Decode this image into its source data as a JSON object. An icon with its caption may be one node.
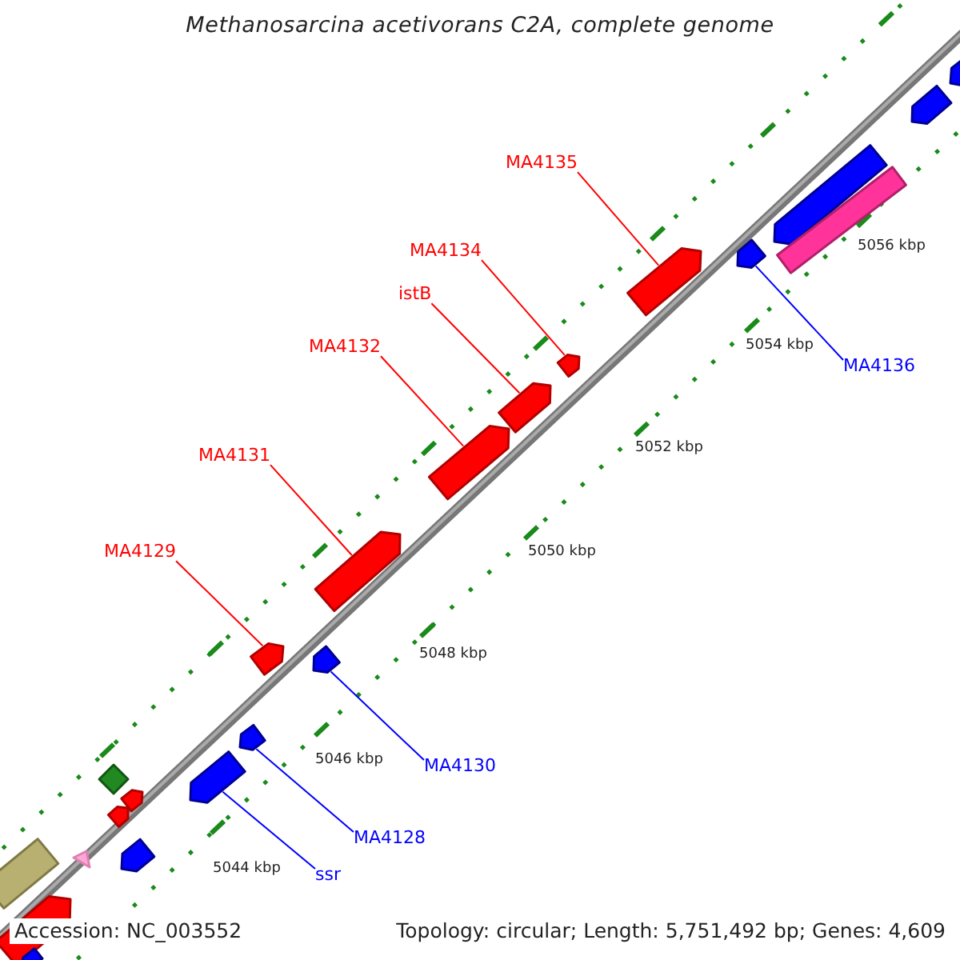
{
  "diagram": {
    "title": "Methanosarcina acetivorans C2A, complete genome",
    "nodes": [
      {
        "text": [
          "MA4135"
        ]
      },
      {
        "text": [
          "MA4134"
        ]
      },
      {
        "text": [
          "istB"
        ]
      },
      {
        "text": [
          "MA4132"
        ]
      },
      {
        "text": [
          "MA4136"
        ]
      },
      {
        "text": [
          "MA4131"
        ]
      },
      {
        "text": [
          "MA4129"
        ]
      },
      {
        "text": [
          "MA4130"
        ]
      },
      {
        "text": [
          "MA4128"
        ]
      },
      {
        "text": [
          "ssr"
        ]
      },
      {
        "text": [],
        "shape": "bar"
      },
      {
        "text": [],
        "shape": "bar"
      },
      {
        "text": [],
        "shape": "bar"
      },
      {
        "text": [],
        "shape": "bar"
      },
      {
        "text": [],
        "shape": "bar"
      },
      {
        "text": [],
        "shape": "bar"
      },
      {
        "text": [],
        "shape": "bar"
      },
      {
        "text": [],
        "shape": "bar"
      },
      {
        "text": [],
        "shape": "bar"
      },
      {
        "text": [],
        "shape": "bar"
      },
      {
        "text": [],
        "shape": "bar"
      },
      {
        "text": [],
        "shape": "bar"
      },
      {
        "text": [],
        "shape": "bar"
      },
      {
        "text": [],
        "shape": "diamond"
      },
      {
        "text": [],
        "shape": "bar"
      },
      {
        "text": [],
        "shape": "bar"
      },
      {
        "text": [],
        "shape": "bar"
      },
      {
        "text": [],
        "shape": "bar"
      },
      {
        "text": [],
        "shape": "triangle"
      },
      {
        "text": [],
        "shape": "bar"
      },
      {
        "text": [],
        "shape": "bar"
      },
      {
        "text": [],
        "shape": "bar"
      }
    ],
    "edges": [
      {
        "from": 0,
        "to": 15,
        "arrow": "none"
      },
      {
        "from": 1,
        "to": 16,
        "arrow": "none"
      },
      {
        "from": 2,
        "to": 17,
        "arrow": "none"
      },
      {
        "from": 3,
        "to": 18,
        "arrow": "none"
      },
      {
        "from": 4,
        "to": 14,
        "arrow": "none",
        "color": "#0000ff"
      },
      {
        "from": 5,
        "to": 19,
        "arrow": "none"
      },
      {
        "from": 6,
        "to": 20,
        "arrow": "none"
      },
      {
        "from": 7,
        "to": 21,
        "arrow": "none",
        "color": "#0000ff"
      },
      {
        "from": 8,
        "to": 22,
        "arrow": "none",
        "color": "#0000ff"
      },
      {
        "from": 9,
        "to": 24,
        "arrow": "none",
        "color": "#0000ff"
      }
    ],
    "labels": [
      "5056 kbp",
      "5054 kbp",
      "5052 kbp",
      "5050 kbp",
      "5048 kbp",
      "5046 kbp",
      "5044 kbp",
      "Accession: NC_003552",
      "Topology: circular; Length: 5,751,492 bp; Genes: 4,609"
    ]
  }
}
